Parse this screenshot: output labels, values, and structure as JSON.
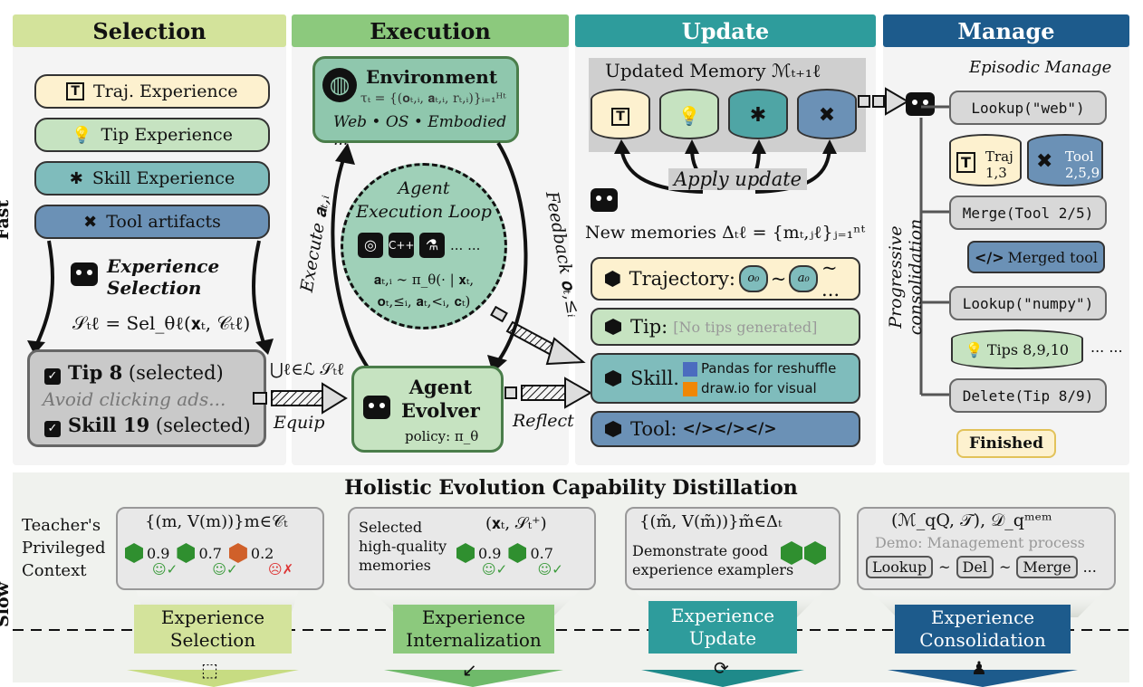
{
  "side_labels": {
    "fast": "Fast Loop",
    "slow": "Slow loop"
  },
  "headers": {
    "selection": "Selection",
    "execution": "Execution",
    "update": "Update",
    "manage": "Manage"
  },
  "colors": {
    "selection": "#d3e39b",
    "execution": "#8cc97d",
    "update": "#2e9c9c",
    "manage": "#1d5b8c"
  },
  "selection": {
    "stack": [
      "Traj. Experience",
      "Tip Experience",
      "Skill Experience",
      "Tool artifacts"
    ],
    "exp_sel_title": "Experience Selection",
    "formula": "𝒮ₜℓ = Sel_θℓ(𝐱ₜ, 𝒞ₜℓ)",
    "selected": {
      "tip_bold": "Tip 8",
      "tip_rest": "(selected)",
      "hint": "Avoid clicking ads...",
      "skill_bold": "Skill 19",
      "skill_rest": "(selected)"
    },
    "union": "⋃ℓ∈ℒ 𝒮ₜℓ",
    "equip": "Equip"
  },
  "execution": {
    "env_title": "Environment",
    "env_formula": "τₜ = {(𝐨ₜ,ᵢ, 𝐚ₜ,ᵢ, rₜ,ᵢ)}ᵢ₌₁ᴴᵗ",
    "env_domains": "Web • OS • Embodied ...",
    "loop_title_1": "Agent",
    "loop_title_2": "Execution Loop",
    "loop_dots": "... ...",
    "policy_1": "𝐚ₜ,ᵢ ∼ π_θ(· | 𝐱ₜ,",
    "policy_2": "𝐨ₜ,≤ᵢ, 𝐚ₜ,<ᵢ, 𝐜ₜ)",
    "execute": "Execute 𝐚ₜ,ᵢ",
    "feedback": "Feedback 𝐨ₜ,≤ᵢ",
    "evolver_title_1": "Agent",
    "evolver_title_2": "Evolver",
    "evolver_policy": "policy: π_θ",
    "reflect": "Reflect"
  },
  "update": {
    "memory_title": "Updated Memory ℳₜ₊₁ℓ",
    "apply": "Apply update",
    "new_memories": "New memories Δₜℓ = {mₜ,ⱼℓ}ⱼ₌₁ⁿᵗ",
    "rows": {
      "traj_label": "Trajectory:",
      "traj_o": "o₀",
      "traj_a": "a₀",
      "traj_tail": "~ ...",
      "tip_label": "Tip:",
      "tip_note": "[No tips generated]",
      "skill_label": "Skill.",
      "skill_1": "Pandas for reshuffle",
      "skill_2": "draw.io for visual",
      "tool_label": "Tool:",
      "tool_code": "</></></>"
    }
  },
  "manage": {
    "episodic": "Episodic Manage",
    "progressive": "Progressive consolidation",
    "steps": [
      "Lookup(\"web\")",
      "Merge(Tool 2/5)",
      "Lookup(\"numpy\")",
      "Delete(Tip 8/9)"
    ],
    "traj_cyl": "Traj",
    "traj_ids": "1,3",
    "tool_cyl": "Tool",
    "tool_ids": "2,5,9",
    "merged_tool": "Merged tool",
    "tips_cyl": "Tips  8,9,10",
    "tips_dots": "... ...",
    "finished": "Finished"
  },
  "distill": {
    "title": "Holistic Evolution Capability Distillation",
    "teacher": [
      "Teacher's",
      "Privileged",
      "Context"
    ],
    "b1_formula": "{(m, V(m))}m∈𝒞ₜ",
    "b1_scores": [
      "0.9",
      "0.7",
      "0.2"
    ],
    "b2_text": [
      "Selected",
      "high-quality",
      "memories"
    ],
    "b2_formula": "(𝐱ₜ, 𝒮ₜ⁺)",
    "b2_scores": [
      "0.9",
      "0.7"
    ],
    "b3_formula": "{(m̃, V(m̃))}m̃∈Δₜ",
    "b3_text": [
      "Demonstrate good",
      "experience examplers"
    ],
    "b4_formula": "(ℳ_qQ, 𝒯), 𝒟_qᵐᵉᵐ",
    "b4_demo": "Demo: Management process",
    "b4_ops": [
      "Lookup",
      "Del",
      "Merge",
      "..."
    ],
    "funnels": [
      [
        "Experience",
        "Selection"
      ],
      [
        "Experience",
        "Internalization"
      ],
      [
        "Experience",
        "Update"
      ],
      [
        "Experience",
        "Consolidation"
      ]
    ]
  }
}
